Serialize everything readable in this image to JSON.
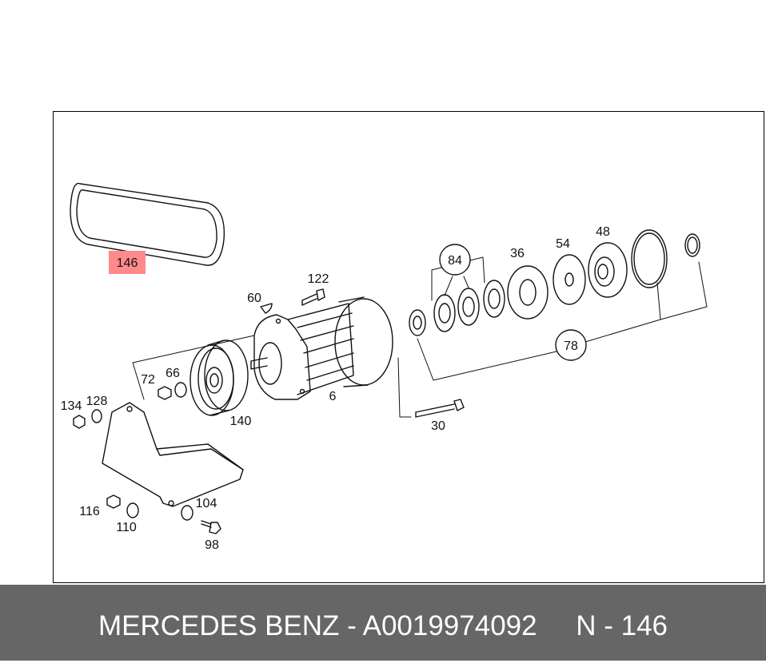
{
  "diagram": {
    "labels": {
      "p146": "146",
      "p122": "122",
      "p60": "60",
      "p84": "84",
      "p36": "36",
      "p54": "54",
      "p48": "48",
      "p78": "78",
      "p72": "72",
      "p66": "66",
      "p134": "134",
      "p128": "128",
      "p140": "140",
      "p6": "6",
      "p30": "30",
      "p116": "116",
      "p110": "110",
      "p104": "104",
      "p98": "98"
    },
    "highlight_color": "#ff8a8a"
  },
  "footer": {
    "text": "MERCEDES BENZ - A0019974092     N - 146"
  }
}
